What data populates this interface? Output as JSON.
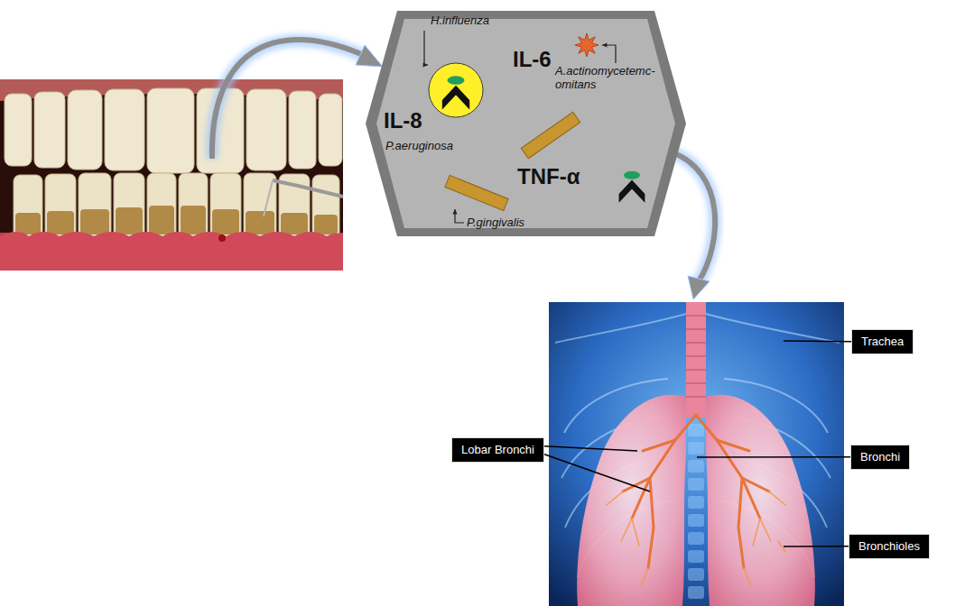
{
  "diagram": {
    "nodes": [
      {
        "text": [
          "H.influenza",
          "IL-6",
          "A.actinomycetemc-omitans",
          "IL-8",
          "P.aeruginosa",
          "TNF-α",
          "P.gingivalis"
        ]
      },
      {
        "text": [
          "Trachea"
        ]
      },
      {
        "text": [
          "Lobar Bronchi"
        ]
      },
      {
        "text": [
          "Bronchi"
        ]
      },
      {
        "text": [
          "Bronchioles"
        ]
      }
    ]
  }
}
